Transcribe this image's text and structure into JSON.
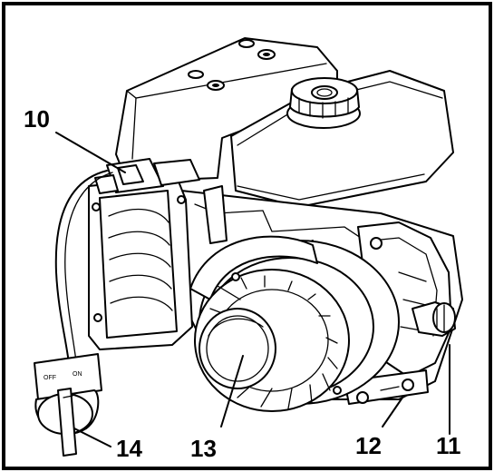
{
  "callouts": [
    {
      "id": "10",
      "text": "10"
    },
    {
      "id": "11",
      "text": "11"
    },
    {
      "id": "12",
      "text": "12"
    },
    {
      "id": "13",
      "text": "13"
    },
    {
      "id": "14",
      "text": "14"
    }
  ],
  "switch_labels": {
    "off": "OFF",
    "on": "ON"
  },
  "colors": {
    "ink": "#000000",
    "paper": "#ffffff"
  }
}
